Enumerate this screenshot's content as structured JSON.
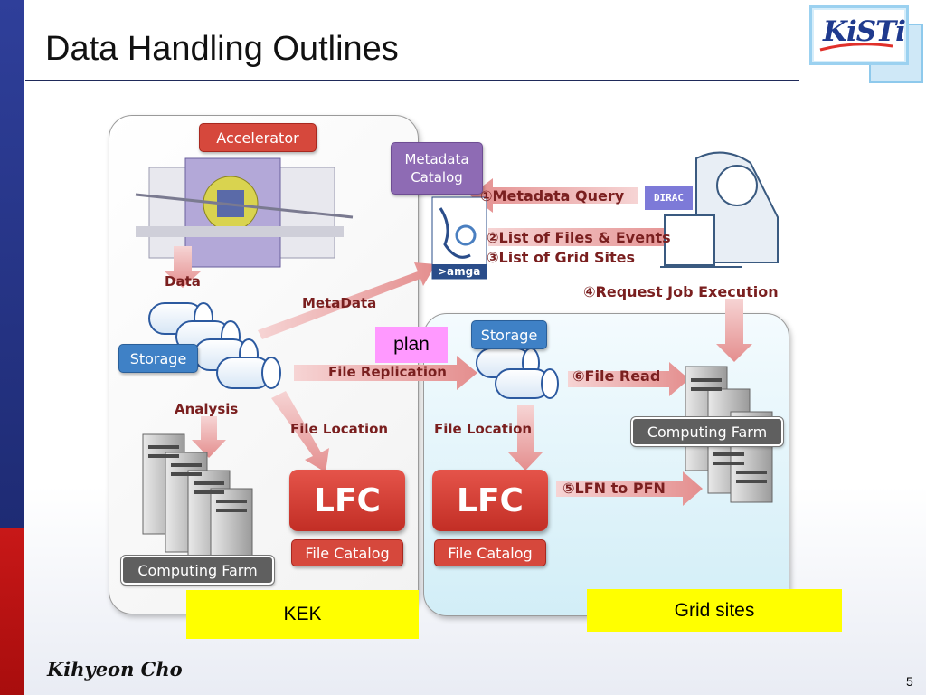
{
  "slide": {
    "title": "Data Handling Outlines",
    "logo_text": "KiSTi",
    "author": "Kihyeon Cho",
    "page_number": "5"
  },
  "kek": {
    "accelerator_label": "Accelerator",
    "data_label": "Data",
    "storage_label": "Storage",
    "analysis_label": "Analysis",
    "computing_farm_label": "Computing Farm",
    "lfc_label": "LFC",
    "file_catalog_label": "File Catalog",
    "site_name": "KEK"
  },
  "grid": {
    "storage_label": "Storage",
    "lfc_label": "LFC",
    "file_catalog_label": "File Catalog",
    "computing_farm_label": "Computing Farm",
    "site_name": "Grid sites"
  },
  "metadata_catalog_label": "Metadata\nCatalog",
  "amga_label": ">amga",
  "dirac_label": "DIRAC",
  "plan_label": "plan",
  "flows": {
    "metadata": "MetaData",
    "file_replication": "File Replication",
    "file_location_kek": "File Location",
    "file_location_grid": "File Location"
  },
  "steps": {
    "s1": "①Metadata Query",
    "s2": "②List of Files & Events",
    "s3": "③List of Grid Sites",
    "s4": "④Request Job Execution",
    "s5": "⑤LFN to PFN",
    "s6": "⑥File Read"
  },
  "colors": {
    "arrow": "#e8a0a0",
    "label_red": "#d6483c",
    "label_blue": "#3f81c6",
    "label_purple": "#8e6bb4",
    "lfc_red": "#d13a30",
    "highlight_yellow": "#ffff00",
    "plan_pink": "#ff99ff",
    "dirac_purple": "#7d7ad8"
  },
  "icons": [
    "accelerator-image",
    "storage-cylinder-icon",
    "server-rack-icon",
    "user-at-computer-icon",
    "amga-logo-icon"
  ]
}
